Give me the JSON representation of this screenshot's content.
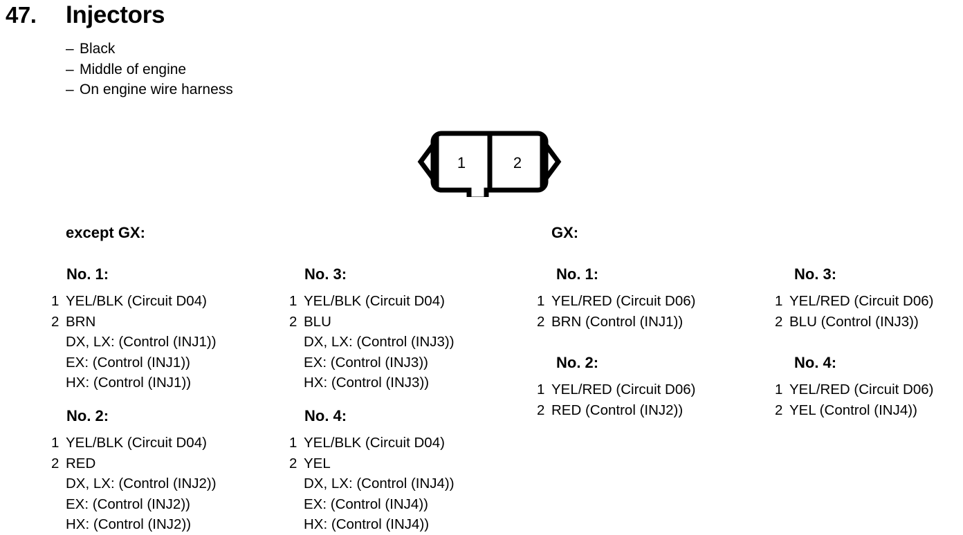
{
  "header": {
    "number": "47.",
    "title": "Injectors",
    "attributes": [
      "Black",
      "Middle of engine",
      "On engine wire harness"
    ],
    "dash": "–"
  },
  "connector": {
    "name": "2-pin-connector",
    "cells": [
      {
        "label": "1"
      },
      {
        "label": "2"
      }
    ]
  },
  "sections": [
    {
      "id": "except-gx",
      "heading": "except GX:",
      "columns": [
        {
          "id": "col-1",
          "blocks": [
            {
              "title": "No. 1:",
              "pins": [
                {
                  "number": "1",
                  "value": "YEL/BLK (Circuit D04)",
                  "details": []
                },
                {
                  "number": "2",
                  "value": "BRN",
                  "details": [
                    "DX, LX: (Control (INJ1))",
                    "EX: (Control (INJ1))",
                    "HX: (Control (INJ1))"
                  ]
                }
              ]
            },
            {
              "title": "No. 2:",
              "pins": [
                {
                  "number": "1",
                  "value": "YEL/BLK (Circuit D04)",
                  "details": []
                },
                {
                  "number": "2",
                  "value": "RED",
                  "details": [
                    "DX, LX: (Control (INJ2))",
                    "EX: (Control (INJ2))",
                    "HX: (Control (INJ2))"
                  ]
                }
              ]
            }
          ]
        },
        {
          "id": "col-2",
          "blocks": [
            {
              "title": "No. 3:",
              "pins": [
                {
                  "number": "1",
                  "value": "YEL/BLK (Circuit D04)",
                  "details": []
                },
                {
                  "number": "2",
                  "value": "BLU",
                  "details": [
                    "DX, LX: (Control (INJ3))",
                    "EX: (Control (INJ3))",
                    "HX: (Control (INJ3))"
                  ]
                }
              ]
            },
            {
              "title": "No. 4:",
              "pins": [
                {
                  "number": "1",
                  "value": "YEL/BLK (Circuit D04)",
                  "details": []
                },
                {
                  "number": "2",
                  "value": "YEL",
                  "details": [
                    "DX, LX: (Control (INJ4))",
                    "EX: (Control (INJ4))",
                    "HX: (Control (INJ4))"
                  ]
                }
              ]
            }
          ]
        }
      ]
    },
    {
      "id": "gx",
      "heading": "GX:",
      "columns": [
        {
          "id": "col-3",
          "blocks": [
            {
              "title": "No. 1:",
              "pins": [
                {
                  "number": "1",
                  "value": "YEL/RED (Circuit D06)",
                  "details": []
                },
                {
                  "number": "2",
                  "value": "BRN (Control (INJ1))",
                  "details": []
                }
              ]
            },
            {
              "title": "No. 2:",
              "pins": [
                {
                  "number": "1",
                  "value": "YEL/RED (Circuit D06)",
                  "details": []
                },
                {
                  "number": "2",
                  "value": "RED (Control (INJ2))",
                  "details": []
                }
              ]
            }
          ]
        },
        {
          "id": "col-4",
          "blocks": [
            {
              "title": "No. 3:",
              "pins": [
                {
                  "number": "1",
                  "value": "YEL/RED (Circuit D06)",
                  "details": []
                },
                {
                  "number": "2",
                  "value": "BLU (Control (INJ3))",
                  "details": []
                }
              ]
            },
            {
              "title": "No. 4:",
              "pins": [
                {
                  "number": "1",
                  "value": "YEL/RED (Circuit D06)",
                  "details": []
                },
                {
                  "number": "2",
                  "value": "YEL (Control (INJ4))",
                  "details": []
                }
              ]
            }
          ]
        }
      ]
    }
  ]
}
